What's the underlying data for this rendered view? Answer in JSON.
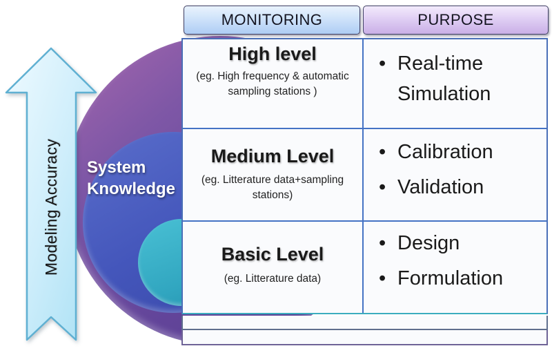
{
  "arrow": {
    "label": "Modeling Accuracy"
  },
  "knowledge": {
    "label": "System Knowledge"
  },
  "glyphs": {
    "bullet": "•"
  },
  "table": {
    "headers": {
      "monitoring": "MONITORING",
      "purpose": "PURPOSE"
    },
    "rows": [
      {
        "level": "High level",
        "example": "(eg. High frequency & automatic sampling stations )",
        "purposes": [
          "Real-time Simulation"
        ]
      },
      {
        "level": "Medium Level",
        "example": "(eg. Litterature data+sampling stations)",
        "purposes": [
          "Calibration",
          "Validation"
        ]
      },
      {
        "level": "Basic Level",
        "example": "(eg. Litterature data)",
        "purposes": [
          "Design",
          "Formulation"
        ]
      }
    ]
  },
  "colors": {
    "grid_border": "#4472c4",
    "teal_divider": "#3aacbe",
    "monitoring_header_top": "#cfe3fa",
    "monitoring_header_bottom": "#aecdf4",
    "purpose_header_top": "#e0cff4",
    "purpose_header_bottom": "#c9afe6",
    "outer_circle": "#6a4d9e",
    "middle_circle": "#4456bb",
    "inner_circle": "#35b1c7",
    "arrow_fill": "#c9eefa",
    "arrow_border": "#5fb0d2"
  }
}
